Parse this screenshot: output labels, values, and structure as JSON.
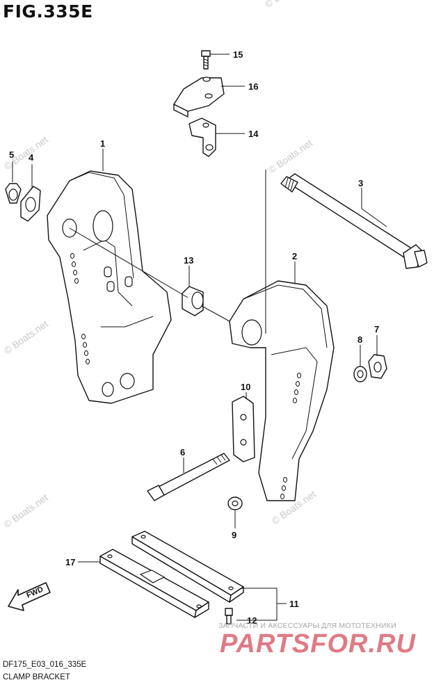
{
  "figure": {
    "title": "FIG.335E"
  },
  "footer": {
    "code": "DF175_E03_016_335E",
    "name": "CLAMP BRACKET"
  },
  "direction": {
    "label": "FWD"
  },
  "watermark": {
    "text": "© Boats.net"
  },
  "branding": {
    "tagline": "ЗАПЧАСТИ И АКСЕССУАРЫ ДЛЯ МОТОТЕХНИКИ",
    "logo": "PARTSFOR.RU"
  },
  "callouts": [
    {
      "number": "1"
    },
    {
      "number": "2"
    },
    {
      "number": "3"
    },
    {
      "number": "4"
    },
    {
      "number": "5"
    },
    {
      "number": "6"
    },
    {
      "number": "7"
    },
    {
      "number": "8"
    },
    {
      "number": "9"
    },
    {
      "number": "10"
    },
    {
      "number": "11"
    },
    {
      "number": "12"
    },
    {
      "number": "13"
    },
    {
      "number": "14"
    },
    {
      "number": "15"
    },
    {
      "number": "16"
    },
    {
      "number": "17"
    }
  ]
}
